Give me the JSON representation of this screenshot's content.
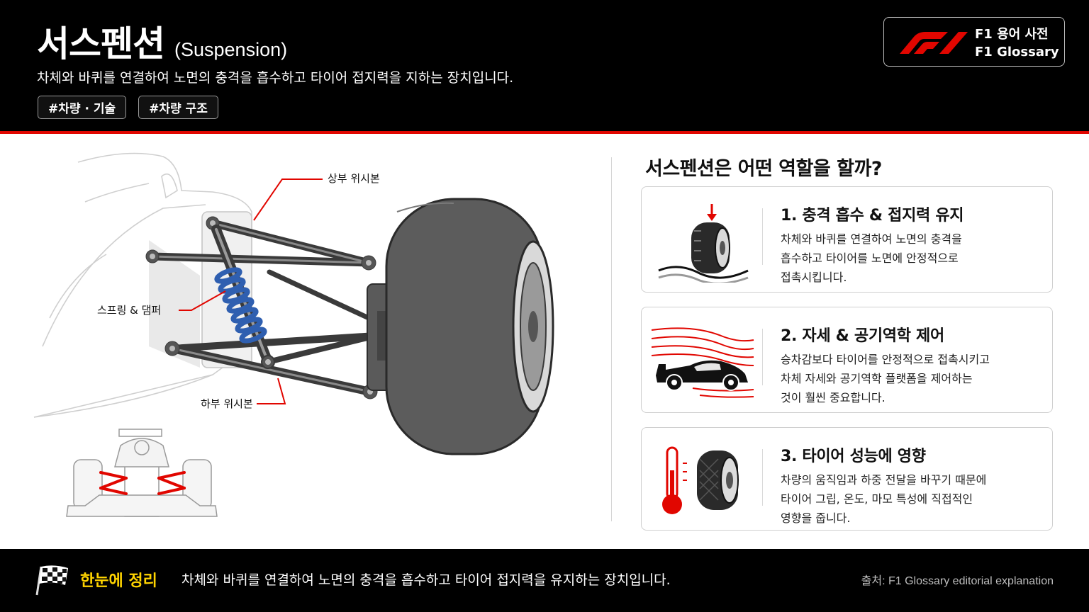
{
  "header": {
    "title_ko": "서스펜션",
    "title_en": "(Suspension)",
    "subtitle": "차체와 바퀴를 연결하여 노면의 충격을 흡수하고 타이어 접지력을 지하는 장치입니다.",
    "tags": [
      "#차량 · 기술",
      "#차량 구조"
    ],
    "glossary_ko": "F1 용어 사전",
    "glossary_en": "F1 Glossary"
  },
  "diagram": {
    "labels": {
      "upper": "상부 위시본",
      "spring": "스프링 & 댐퍼",
      "lower": "하부 위시본"
    }
  },
  "panel": {
    "title": "서스펜션은 어떤 역할을 할까?",
    "cards": [
      {
        "title": "1. 충격 흡수 & 접지력 유지",
        "lines": [
          "차체와 바퀴를 연결하여 노면의 충격을",
          "흡수하고 타이어를 노면에 안정적으로",
          "접촉시킵니다."
        ],
        "icon": "tire-bump-icon"
      },
      {
        "title": "2. 자세 & 공기역학 제어",
        "lines": [
          "승차감보다 타이어를 안정적으로 접촉시키고",
          "차체 자세와 공기역학 플랫폼을 제어하는",
          "것이 훨씬 중요합니다."
        ],
        "icon": "car-airflow-icon"
      },
      {
        "title": "3. 타이어 성능에 영향",
        "lines": [
          "차량의 움직임과 하중 전달을 바꾸기 때문에",
          "타이어 그립, 온도, 마모 특성에 직접적인",
          "영향을 줍니다."
        ],
        "icon": "thermometer-tire-icon"
      }
    ]
  },
  "footer": {
    "key_label": "한눈에 정리",
    "summary": "차체와 바퀴를 연결하여 노면의 충격을 흡수하고 타이어 접지력을 유지하는 장치입니다.",
    "source": "출처: F1 Glossary editorial explanation"
  },
  "colors": {
    "accent_red": "#e10600",
    "spring_blue": "#2f5fb0",
    "highlight_yellow": "#ffd400",
    "header_bg": "#000000"
  }
}
